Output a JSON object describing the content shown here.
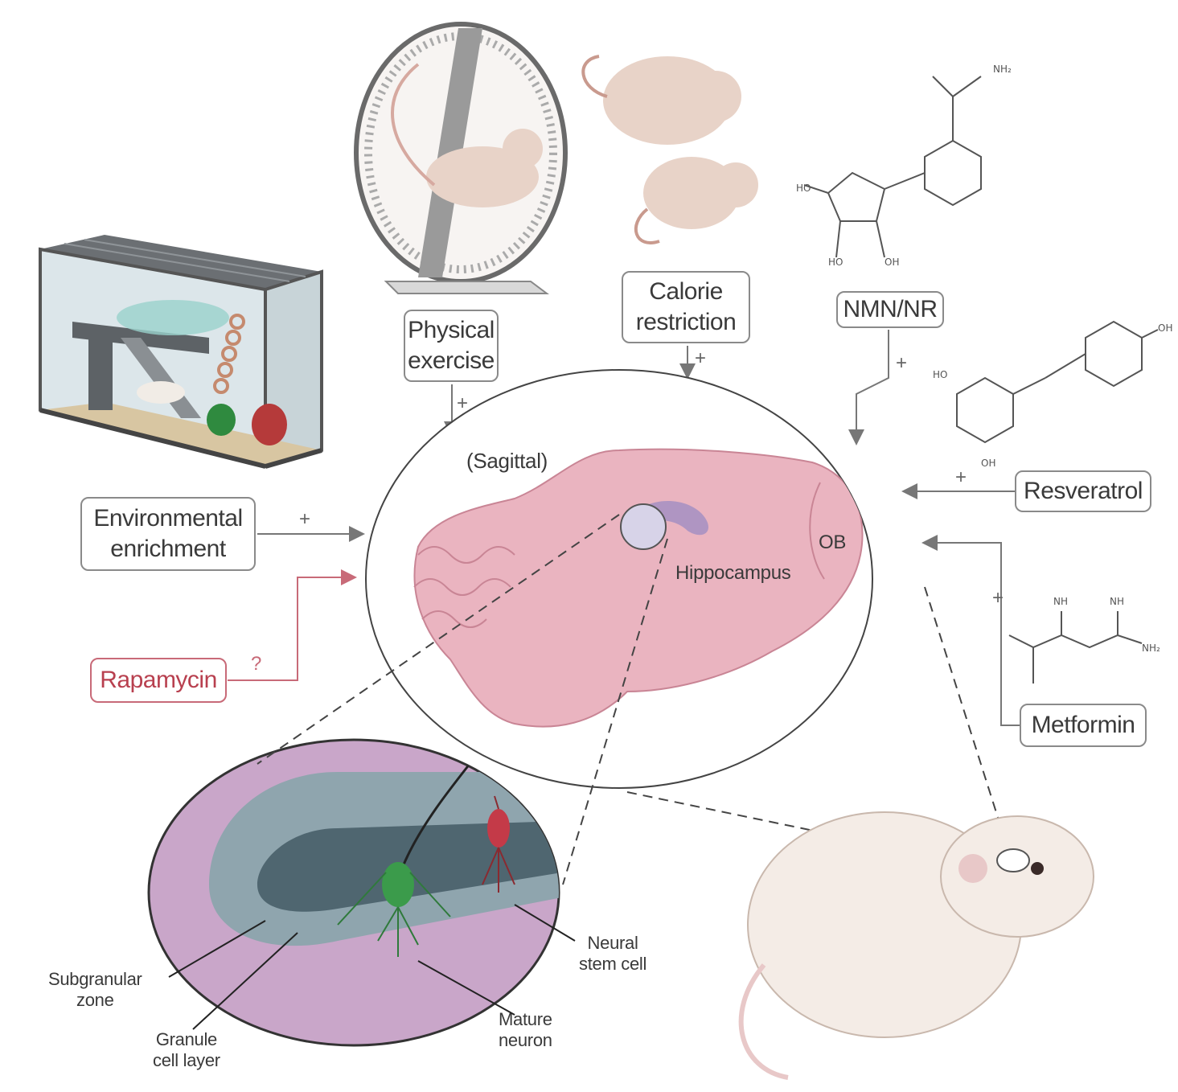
{
  "interventions": {
    "physical_exercise": [
      "Physical",
      "exercise"
    ],
    "calorie_restriction": [
      "Calorie",
      "restriction"
    ],
    "nmn_nr": "NMN/NR",
    "resveratrol": "Resveratrol",
    "metformin": "Metformin",
    "environmental_enrichment": [
      "Environmental",
      "enrichment"
    ],
    "rapamycin": "Rapamycin"
  },
  "effects": {
    "physical_exercise": "+",
    "calorie_restriction": "+",
    "nmn_nr": "+",
    "resveratrol": "+",
    "metformin": "+",
    "environmental_enrichment": "+",
    "rapamycin": "?"
  },
  "brain": {
    "section_label": "(Sagittal)",
    "hippocampus_label": "Hippocampus",
    "ob_label": "OB"
  },
  "inset": {
    "subgranular_zone": [
      "Subgranular",
      "zone"
    ],
    "granule_cell_layer": [
      "Granule",
      "cell layer"
    ],
    "neural_stem_cell": [
      "Neural",
      "stem cell"
    ],
    "mature_neuron": [
      "Mature",
      "neuron"
    ]
  },
  "colors": {
    "box_border": "#8a8a8a",
    "rapamycin": "#c86a78",
    "brain": "#eab4c0",
    "inset_bg": "#c9a6c9",
    "granule_layer": "#8fa5ae",
    "sgz": "#4f6670",
    "stem_cell": "#3b9b4b",
    "mature_neuron": "#c43a48"
  },
  "icons": [
    "mouse-cage-icon",
    "running-wheel-icon",
    "mice-icon",
    "nmn-structure-icon",
    "resveratrol-structure-icon",
    "metformin-structure-icon",
    "rat-icon"
  ]
}
